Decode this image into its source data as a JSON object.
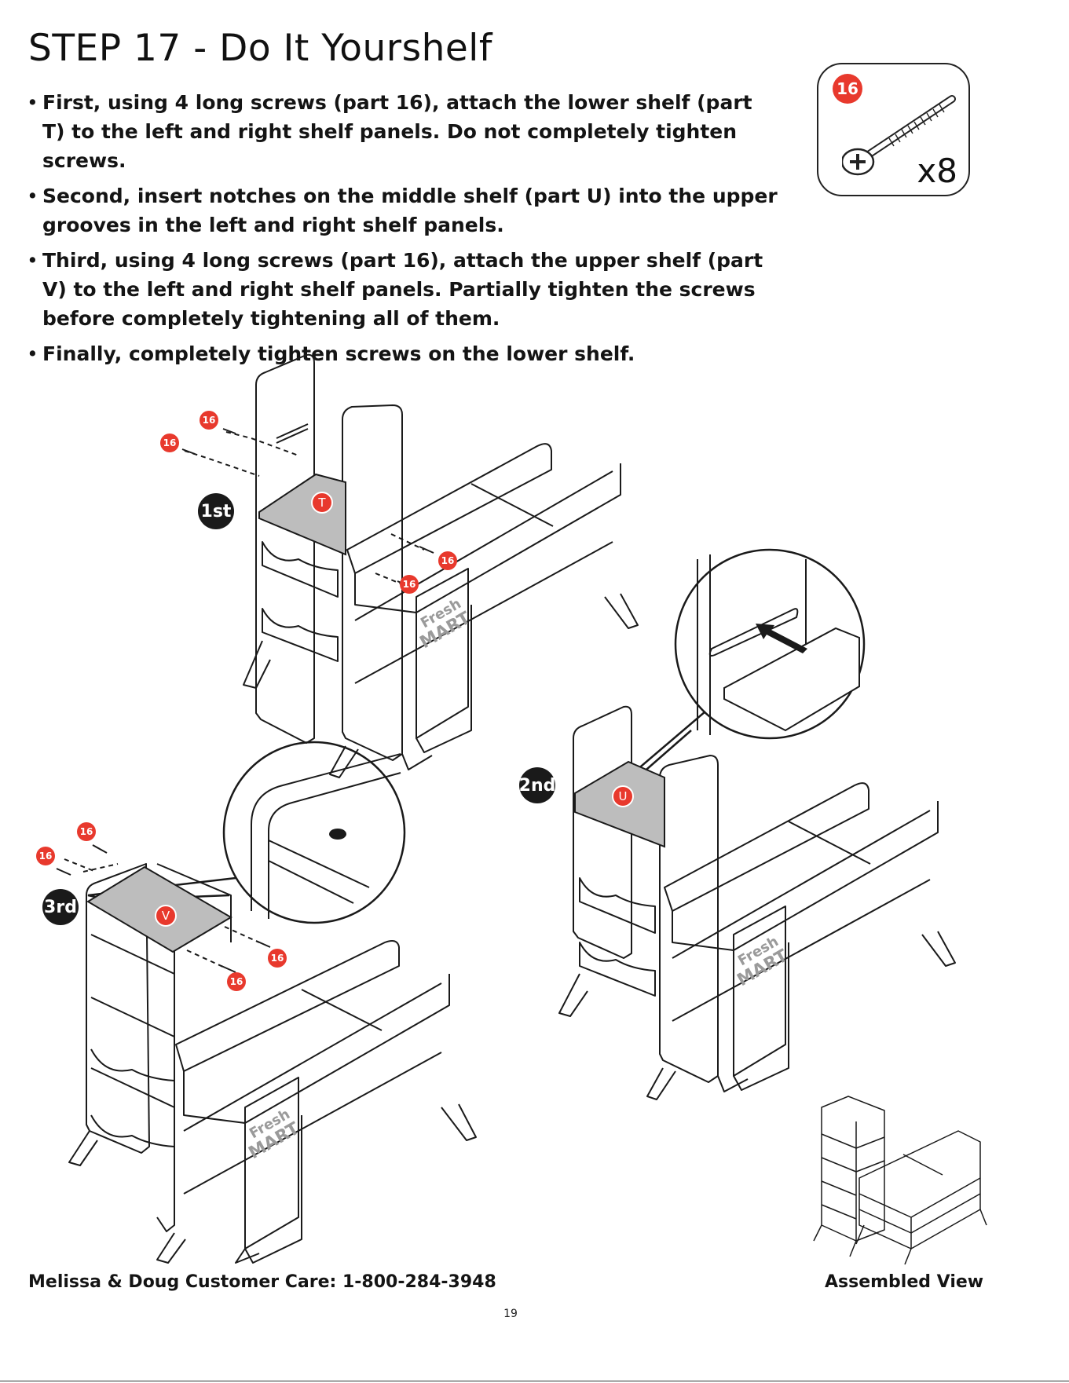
{
  "title": "STEP 17 - Do It Yourshelf",
  "steps": [
    "First, using 4 long screws (part 16), attach the lower shelf (part T) to the left and right shelf panels. Do not completely tighten screws.",
    "Second, insert notches on the middle shelf (part U) into the upper grooves in the left and right shelf panels.",
    "Third, using 4 long screws (part 16), attach the upper shelf (part V) to the left and right shelf panels. Partially tighten the screws before completely tightening all of them.",
    "Finally, completely tighten screws on the lower shelf."
  ],
  "parts_box": {
    "part_number": "16",
    "quantity": "x8",
    "icon": "long-screw-icon"
  },
  "diagrams": {
    "first": {
      "order_label": "1st",
      "shelf_label": "T",
      "screw_label": "16"
    },
    "second": {
      "order_label": "2nd",
      "shelf_label": "U"
    },
    "third": {
      "order_label": "3rd",
      "shelf_label": "V",
      "screw_label": "16"
    },
    "brand": {
      "line1": "Fresh",
      "line2": "MART"
    }
  },
  "footer": {
    "customer_care": "Melissa & Doug Customer Care: 1-800-284-3948",
    "assembled_label": "Assembled View",
    "page_number": "19"
  },
  "colors": {
    "badge_red": "#e8392d",
    "shelf_gray": "#bdbdbd",
    "line": "#1a1a1a"
  }
}
